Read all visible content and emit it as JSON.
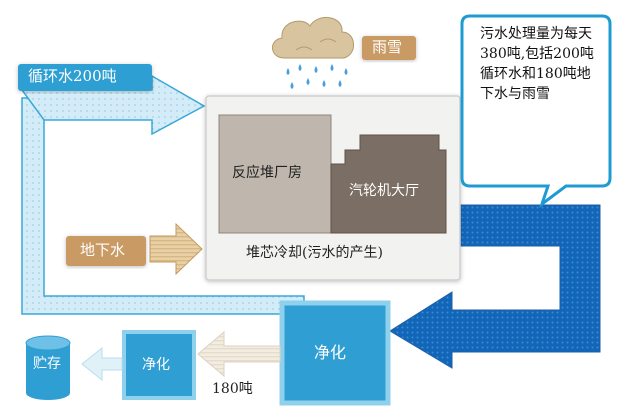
{
  "labels": {
    "recycle_water": "循环水200吨",
    "rain_snow": "雨雪",
    "groundwater": "地下水",
    "reactor_building": "反应堆厂房",
    "turbine_hall": "汽轮机大厅",
    "core_cooling": "堆芯冷却(污水的产生)",
    "purify_large": "净化",
    "purify_small": "净化",
    "storage": "贮存",
    "amount_180": "180吨"
  },
  "note": "污水处理量为每天380吨,包括200吨循环水和180吨地下水与雨雪",
  "icons": [
    "cloud-rain-icon",
    "storage-tank-icon"
  ],
  "colors": {
    "light_blue_pipe": "#cdeaf5",
    "pipe_border": "#3aa8d8",
    "dark_blue_pipe": "#0f64b8",
    "label_box": "#2f9fd3",
    "tan_label": "#c99a63",
    "reactor_gray": "#bfb6ad",
    "turbine_gray": "#7b6e64",
    "cloud": "#d8c49f",
    "rain": "#4a9fd8"
  }
}
